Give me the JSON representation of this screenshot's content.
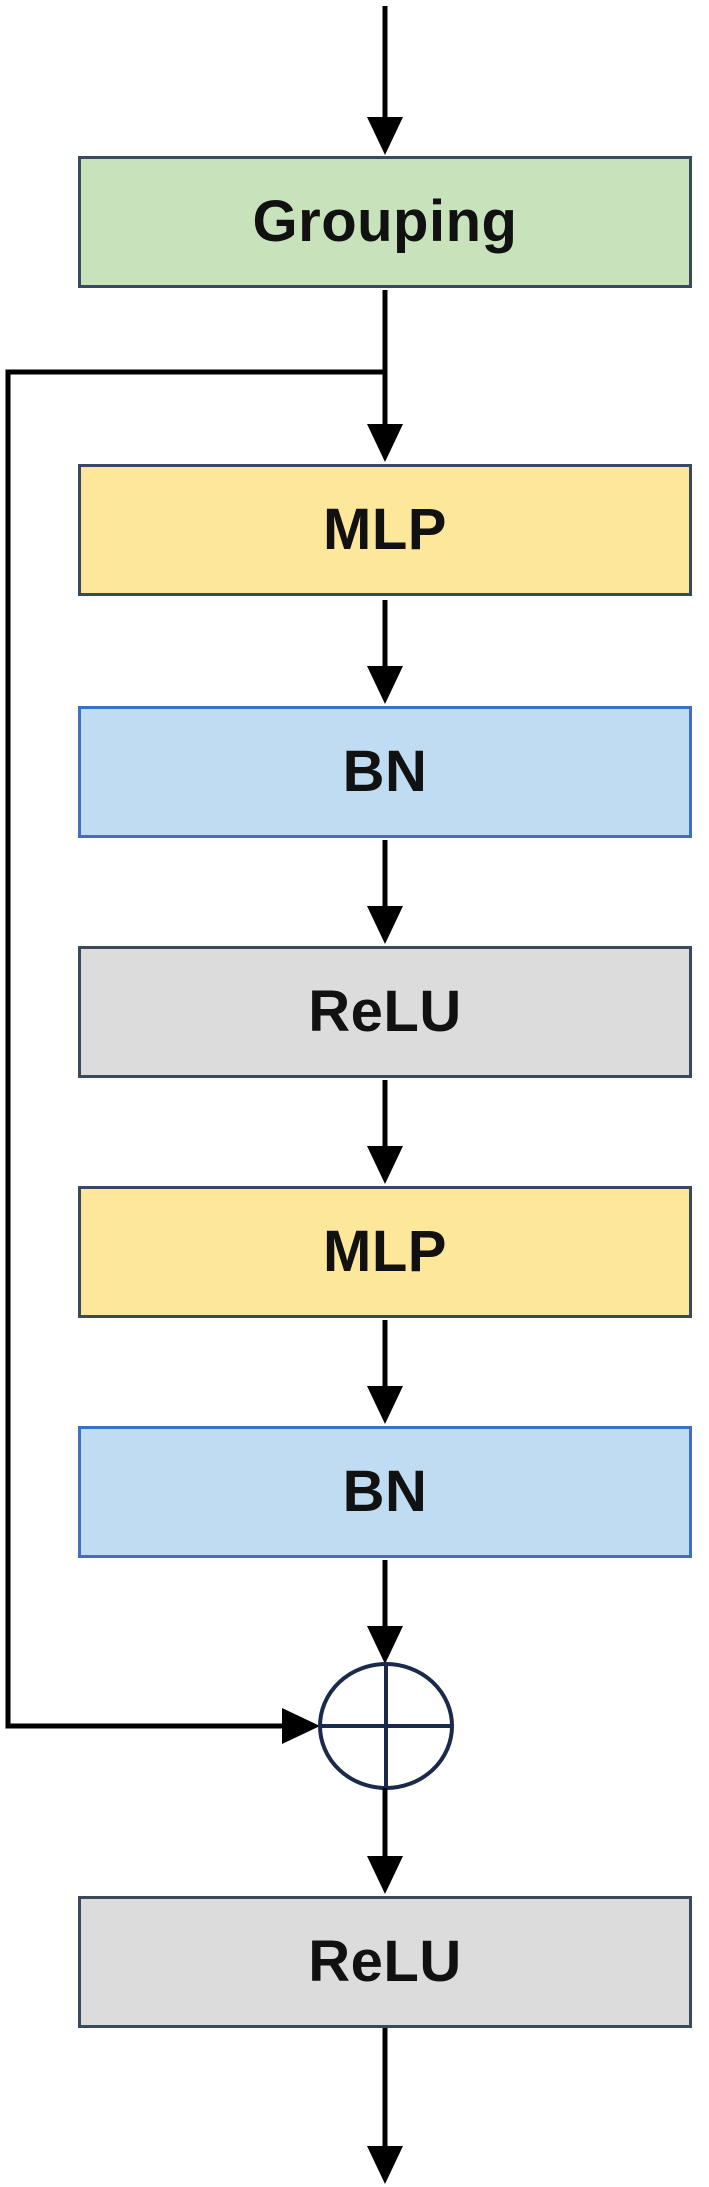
{
  "diagram": {
    "blocks": [
      {
        "label": "Grouping",
        "kind": "grouping"
      },
      {
        "label": "MLP",
        "kind": "mlp"
      },
      {
        "label": "BN",
        "kind": "bn"
      },
      {
        "label": "ReLU",
        "kind": "relu"
      },
      {
        "label": "MLP",
        "kind": "mlp"
      },
      {
        "label": "BN",
        "kind": "bn"
      },
      {
        "label": "ReLU",
        "kind": "relu"
      }
    ],
    "colors": {
      "grouping": "#c8e3bb",
      "mlp": "#fde79b",
      "bn": "#bfdcf2",
      "relu": "#dcdcdc",
      "line": "#000000",
      "sum_node": "#1a2a4a"
    },
    "sum_node": {
      "symbol": "plus-in-circle"
    }
  }
}
